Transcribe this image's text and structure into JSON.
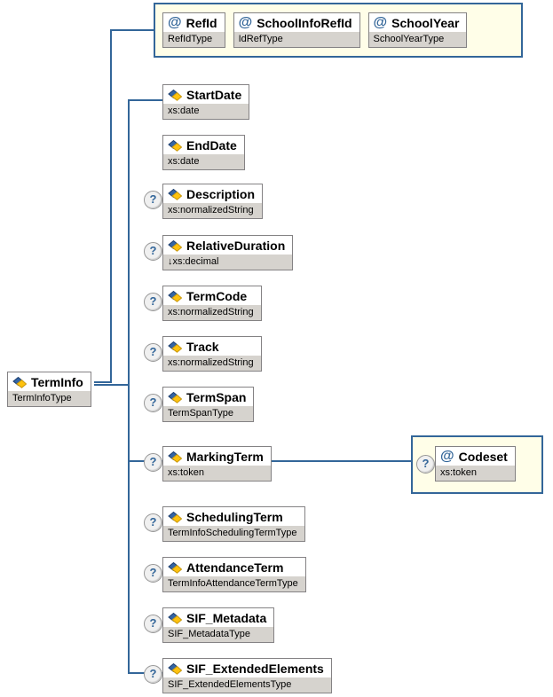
{
  "diagram": {
    "root": {
      "name": "TermInfo",
      "type": "TermInfoType"
    },
    "attributes": [
      {
        "name": "RefId",
        "type": "RefIdType"
      },
      {
        "name": "SchoolInfoRefId",
        "type": "IdRefType"
      },
      {
        "name": "SchoolYear",
        "type": "SchoolYearType"
      }
    ],
    "children": [
      {
        "name": "StartDate",
        "type": "xs:date",
        "optional": false
      },
      {
        "name": "EndDate",
        "type": "xs:date",
        "optional": false
      },
      {
        "name": "Description",
        "type": "xs:normalizedString",
        "optional": true
      },
      {
        "name": "RelativeDuration",
        "type": "↓xs:decimal",
        "optional": true
      },
      {
        "name": "TermCode",
        "type": "xs:normalizedString",
        "optional": true
      },
      {
        "name": "Track",
        "type": "xs:normalizedString",
        "optional": true
      },
      {
        "name": "TermSpan",
        "type": "TermSpanType",
        "optional": true
      },
      {
        "name": "MarkingTerm",
        "type": "xs:token",
        "optional": true
      },
      {
        "name": "SchedulingTerm",
        "type": "TermInfoSchedulingTermType",
        "optional": true
      },
      {
        "name": "AttendanceTerm",
        "type": "TermInfoAttendanceTermType",
        "optional": true
      },
      {
        "name": "SIF_Metadata",
        "type": "SIF_MetadataType",
        "optional": true
      },
      {
        "name": "SIF_ExtendedElements",
        "type": "SIF_ExtendedElementsType",
        "optional": true
      }
    ],
    "marking_term_attributes": [
      {
        "name": "Codeset",
        "type": "xs:token",
        "optional": true
      }
    ],
    "glyphs": {
      "attribute_marker": "@",
      "optional_marker": "?"
    },
    "colors": {
      "connector": "#336699",
      "attribute_group_bg": "#fffee8",
      "type_row_bg": "#d6d3ce",
      "node_border": "#848284",
      "marker_blue": "#336699"
    }
  }
}
